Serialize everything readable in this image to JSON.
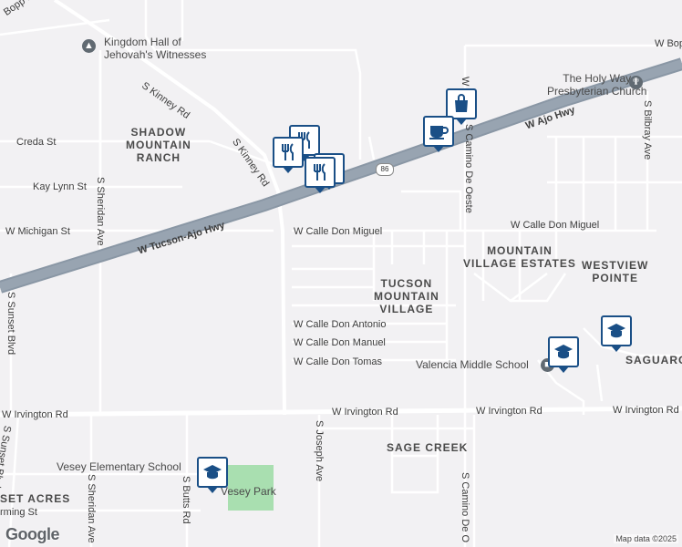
{
  "map": {
    "background": "#f2f1f3",
    "road_color": "#ffffff",
    "highway_color": "#8a97a5",
    "park_color": "#a9dfb0"
  },
  "roads": {
    "bopp": "Bopp Rd",
    "w_bopp": "W Bopp",
    "kinney1": "S Kinney Rd",
    "kinney2": "S Kinney Rd",
    "creda": "Creda St",
    "kay_lynn": "Kay Lynn St",
    "w_michigan": "W Michigan St",
    "s_sheridan1": "S Sheridan Ave",
    "s_sheridan2": "S Sheridan Ave",
    "s_sunset": "S Sunset Blvd",
    "s_sunset2": "S Sunset Blvd",
    "tucson_ajo": "W Tucson-Ajo Hwy",
    "w_ajo": "W Ajo Hwy",
    "calle_don_miguel1": "W Calle Don Miguel",
    "calle_don_miguel2": "W Calle Don Miguel",
    "calle_don_antonio": "W Calle Don Antonio",
    "calle_don_manuel": "W Calle Don Manuel",
    "calle_don_tomas": "W Calle Don Tomas",
    "irvington1": "W Irvington Rd",
    "irvington2": "W Irvington Rd",
    "irvington3": "W Irvington Rd",
    "irvington4": "W Irvington Rd",
    "s_joseph": "S Joseph Ave",
    "s_butts": "S Butts Rd",
    "s_camino_de_oeste1": "S Camino De Oeste",
    "s_camino_de_oeste2": "S Camino De O",
    "s_bilbray": "S Bilbray Ave",
    "w_camino_top": "W C",
    "w_lamino": "W",
    "jemming": "rming St"
  },
  "areas": {
    "shadow_mountain": "SHADOW\nMOUNTAIN\nRANCH",
    "mountain_village": "MOUNTAIN\nVILLAGE ESTATES",
    "westview": "WESTVIEW\nPOINTE",
    "tucson_mountain": "TUCSON\nMOUNTAIN\nVILLAGE",
    "saguaro": "SAGUARO",
    "sage_creek": "SAGE CREEK",
    "sunset_acres": "SET ACRES"
  },
  "pois": {
    "kingdom_hall": "Kingdom Hall of\nJehovah's Witnesses",
    "holy_way": "The Holy Way\nPresbyterian Church",
    "valencia": "Valencia Middle School",
    "vesey_elem": "Vesey Elementary School",
    "vesey_park": "Vesey Park"
  },
  "shield": "86",
  "footer": {
    "logo": "Google",
    "attribution": "Map data ©2025"
  },
  "icons": {
    "restaurant": "restaurant-icon",
    "shopping": "shopping-bag-icon",
    "cafe": "coffee-cup-icon",
    "school": "school-icon",
    "church": "church-icon",
    "kingdom_hall": "place-of-worship-icon"
  }
}
